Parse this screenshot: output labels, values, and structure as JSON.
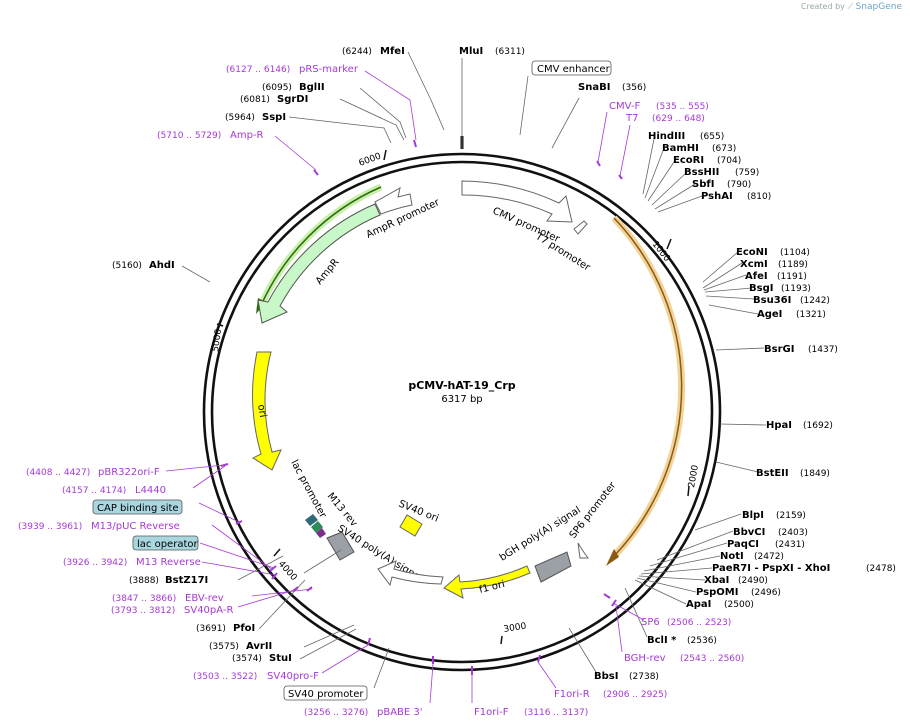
{
  "credit": {
    "prefix": "Created by",
    "brand": "SnapGene"
  },
  "plasmid": {
    "name": "pCMV-hAT-19_Crp",
    "length_label": "6317 bp",
    "length": 6317
  },
  "ticks": [
    "1000",
    "2000",
    "3000",
    "4000",
    "5000",
    "6000"
  ],
  "sites": [
    {
      "name": "MluI",
      "pos": "(6311)"
    },
    {
      "name": "MfeI",
      "pos": "(6244)"
    },
    {
      "name": "BglII",
      "pos": "(6095)"
    },
    {
      "name": "SgrDI",
      "pos": "(6081)"
    },
    {
      "name": "SspI",
      "pos": "(5964)"
    },
    {
      "name": "SnaBI",
      "pos": "(356)"
    },
    {
      "name": "HindIII",
      "pos": "(655)"
    },
    {
      "name": "BamHI",
      "pos": "(673)"
    },
    {
      "name": "EcoRI",
      "pos": "(704)"
    },
    {
      "name": "BssHII",
      "pos": "(759)"
    },
    {
      "name": "SbfI",
      "pos": "(790)"
    },
    {
      "name": "PshAI",
      "pos": "(810)"
    },
    {
      "name": "EcoNI",
      "pos": "(1104)"
    },
    {
      "name": "XcmI",
      "pos": "(1189)"
    },
    {
      "name": "AfeI",
      "pos": "(1191)"
    },
    {
      "name": "BsgI",
      "pos": "(1193)"
    },
    {
      "name": "Bsu36I",
      "pos": "(1242)"
    },
    {
      "name": "AgeI",
      "pos": "(1321)"
    },
    {
      "name": "BsrGI",
      "pos": "(1437)"
    },
    {
      "name": "HpaI",
      "pos": "(1692)"
    },
    {
      "name": "BstEII",
      "pos": "(1849)"
    },
    {
      "name": "BlpI",
      "pos": "(2159)"
    },
    {
      "name": "BbvCI",
      "pos": "(2403)"
    },
    {
      "name": "PaqCI",
      "pos": "(2431)"
    },
    {
      "name": "NotI",
      "pos": "(2472)"
    },
    {
      "name": "PaeR7I - PspXI - XhoI",
      "pos": "(2478)"
    },
    {
      "name": "XbaI",
      "pos": "(2490)"
    },
    {
      "name": "PspOMI",
      "pos": "(2496)"
    },
    {
      "name": "ApaI",
      "pos": "(2500)"
    },
    {
      "name": "BclI *",
      "pos": "(2536)"
    },
    {
      "name": "BbsI",
      "pos": "(2738)"
    },
    {
      "name": "AhdI",
      "pos": "(5160)"
    },
    {
      "name": "BstZ17I",
      "pos": "(3888)"
    },
    {
      "name": "PfoI",
      "pos": "(3691)"
    },
    {
      "name": "AvrII",
      "pos": "(3575)"
    },
    {
      "name": "StuI",
      "pos": "(3574)"
    }
  ],
  "primers": [
    {
      "name": "pRS-marker",
      "range": "(6127 .. 6146)"
    },
    {
      "name": "Amp-R",
      "range": "(5710 .. 5729)"
    },
    {
      "name": "CMV-F",
      "range": "(535 .. 555)"
    },
    {
      "name": "T7",
      "range": "(629 .. 648)"
    },
    {
      "name": "SP6",
      "range": "(2506 .. 2523)"
    },
    {
      "name": "BGH-rev",
      "range": "(2543 .. 2560)"
    },
    {
      "name": "F1ori-R",
      "range": "(2906 .. 2925)"
    },
    {
      "name": "F1ori-F",
      "range": "(3116 .. 3137)"
    },
    {
      "name": "pBABE 3'",
      "range": "(3256 .. 3276)"
    },
    {
      "name": "SV40pro-F",
      "range": "(3503 .. 3522)"
    },
    {
      "name": "SV40pA-R",
      "range": "(3793 .. 3812)"
    },
    {
      "name": "EBV-rev",
      "range": "(3847 .. 3866)"
    },
    {
      "name": "M13 Reverse",
      "range": "(3926 .. 3942)"
    },
    {
      "name": "M13/pUC Reverse",
      "range": "(3939 .. 3961)"
    },
    {
      "name": "L4440",
      "range": "(4157 .. 4174)"
    },
    {
      "name": "pBR322ori-F",
      "range": "(4408 .. 4427)"
    }
  ],
  "boxed_features": [
    "CMV enhancer",
    "SV40 promoter",
    "CAP binding site",
    "lac operator"
  ],
  "features": {
    "cmv_promoter": "CMV promoter",
    "t7_promoter": "T7 promoter",
    "ampr_promoter": "AmpR promoter",
    "ampr": "AmpR",
    "ori": "ori",
    "f1_ori": "f1 ori",
    "sv40_ori": "SV40 ori",
    "sv40_polya": "SV40 poly(A) signal",
    "bgh_polya": "bGH poly(A) signal",
    "sp6_promoter": "SP6 promoter",
    "m13_rev": "M13 rev",
    "lac_promoter": "lac promoter"
  },
  "colors": {
    "backbone": "#111111",
    "primer": "#a53ad6",
    "ampr_fill": "#c8f7c8",
    "ori_fill": "#ffff00",
    "gene_outline": "#d59a3a",
    "cap_box": "#a9d6df",
    "gray_feature": "#9aa0a6"
  }
}
